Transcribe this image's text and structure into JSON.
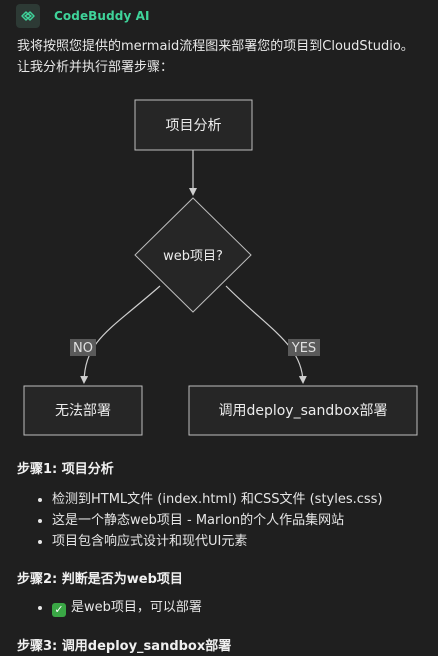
{
  "header": {
    "brand": "CodeBuddy AI",
    "logo_icon": "codebuddy-logo-icon"
  },
  "intro": "我将按照您提供的mermaid流程图来部署您的项目到CloudStudio。让我分析并执行部署步骤：",
  "flowchart": {
    "node_analyze": "项目分析",
    "node_decision": "web项目?",
    "node_fail": "无法部署",
    "node_deploy": "调用deploy_sandbox部署",
    "edge_no": "NO",
    "edge_yes": "YES"
  },
  "steps": [
    {
      "title": "步骤1: 项目分析",
      "items": [
        "检测到HTML文件 (index.html) 和CSS文件 (styles.css)",
        "这是一个静态web项目 - Marlon的个人作品集网站",
        "项目包含响应式设计和现代UI元素"
      ]
    },
    {
      "title": "步骤2: 判断是否为web项目",
      "items": [
        "是web项目，可以部署"
      ],
      "check_icon": "check-mark-icon"
    },
    {
      "title": "步骤3: 调用deploy_sandbox部署"
    }
  ],
  "colors": {
    "background": "#1f1f1f",
    "brand": "#3fd39a",
    "node_fill": "#262626",
    "node_stroke": "#bdbdbd",
    "edge_label_bg": "#5a5a5a"
  }
}
